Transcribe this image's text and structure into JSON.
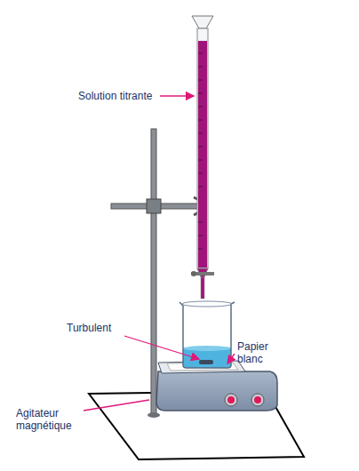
{
  "diagram": {
    "labels": [
      "Solution titrante",
      "Turbulent",
      "Papier blanc",
      "Agitateur magnétique"
    ]
  }
}
